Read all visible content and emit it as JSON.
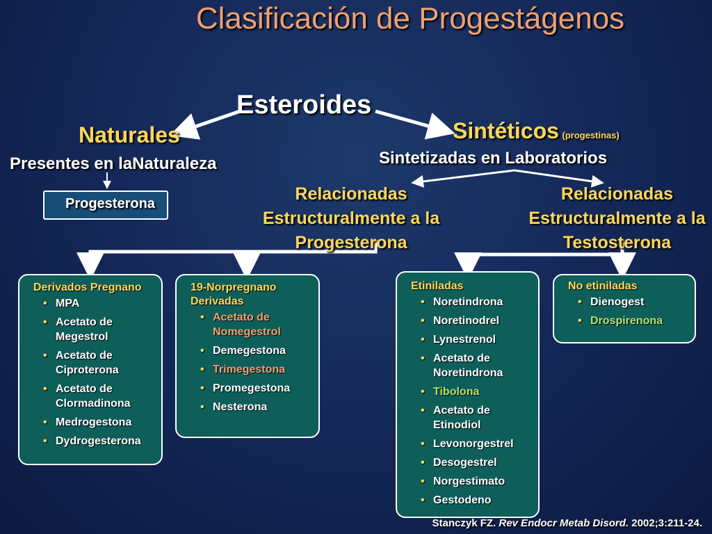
{
  "title": "Clasificación de Progestágenos",
  "root": {
    "label": "Esteroides"
  },
  "naturales": {
    "label": "Naturales",
    "subtitle": "Presentes en laNaturaleza",
    "item": "Progesterona"
  },
  "sinteticos": {
    "label": "Sintéticos",
    "note": "(progestinas)",
    "subtitle": "Sintetizadas en Laboratorios",
    "branch_progesterona": [
      "Relacionadas",
      "Estructuralmente a  la",
      "Progesterona"
    ],
    "branch_testosterona": [
      "Relacionadas",
      "Estructuralmente a la",
      "Testosterona"
    ]
  },
  "boxes": {
    "pregnano": {
      "title": "Derivados Pregnano",
      "items": [
        {
          "text": "MPA"
        },
        {
          "text": "Acetato de Megestrol"
        },
        {
          "text": "Acetato de Ciproterona"
        },
        {
          "text": "Acetato de Clormadinona"
        },
        {
          "text": "Medrogestona"
        },
        {
          "text": "Dydrogesterona"
        }
      ]
    },
    "norpregnano": {
      "title": "19-Norpregnano Derivadas",
      "items": [
        {
          "text": "Acetato de Nomegestrol",
          "highlight": "orange"
        },
        {
          "text": "Demegestona"
        },
        {
          "text": "Trimegestona",
          "highlight": "orange"
        },
        {
          "text": "Promegestona"
        },
        {
          "text": "Nesterona"
        }
      ]
    },
    "etiniladas": {
      "title": "Etiniladas",
      "items": [
        {
          "text": "Noretindrona"
        },
        {
          "text": "Noretinodrel"
        },
        {
          "text": "Lynestrenol"
        },
        {
          "text": "Acetato de Noretindrona"
        },
        {
          "text": "Tibolona",
          "highlight": "green"
        },
        {
          "text": "Acetato de Etinodiol"
        },
        {
          "text": "Levonorgestrel"
        },
        {
          "text": "Desogestrel"
        },
        {
          "text": "Norgestimato"
        },
        {
          "text": "Gestodeno"
        }
      ]
    },
    "no_etiniladas": {
      "title": "No etiniladas",
      "items": [
        {
          "text": "Dienogest"
        },
        {
          "text": "Drospirenona",
          "highlight": "green"
        }
      ]
    }
  },
  "citation": {
    "author": "Stanczyk FZ.",
    "journal": "Rev Endocr Metab Disord.",
    "ref": "2002;3:211-24."
  },
  "colors": {
    "title": "#f0a070",
    "heading": "#ffd75a",
    "box_fill": "#0e5e5a",
    "highlight_orange": "#f0a070",
    "highlight_green": "#b6e26a"
  }
}
